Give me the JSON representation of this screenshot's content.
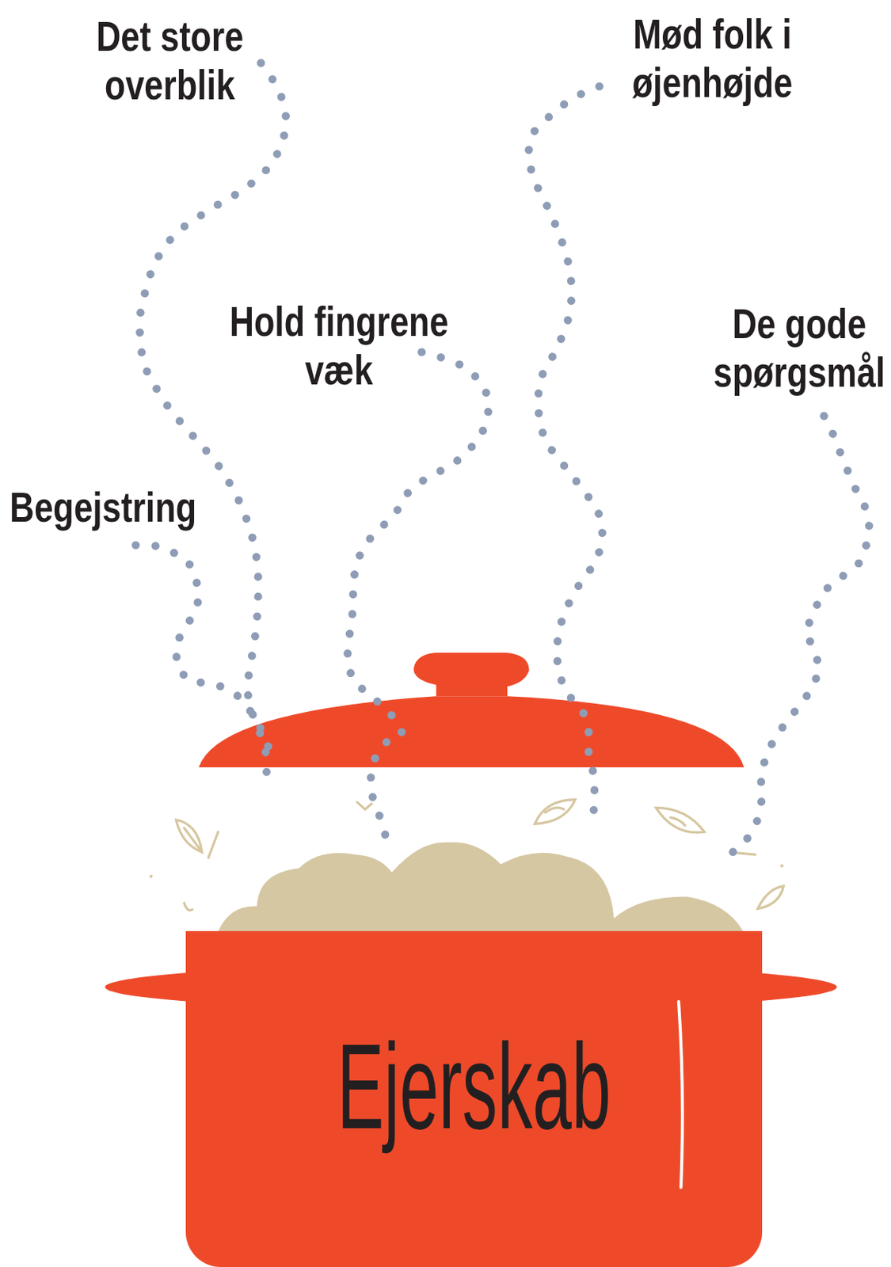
{
  "diagram": {
    "nodes": [
      {
        "text": [
          "Ejerskab"
        ]
      }
    ],
    "labels": [
      "Det store overblik",
      "Mød folk i øjenhøjde",
      "Hold fingrene væk",
      "De gode spørgsmål",
      "Begejstring"
    ]
  }
}
